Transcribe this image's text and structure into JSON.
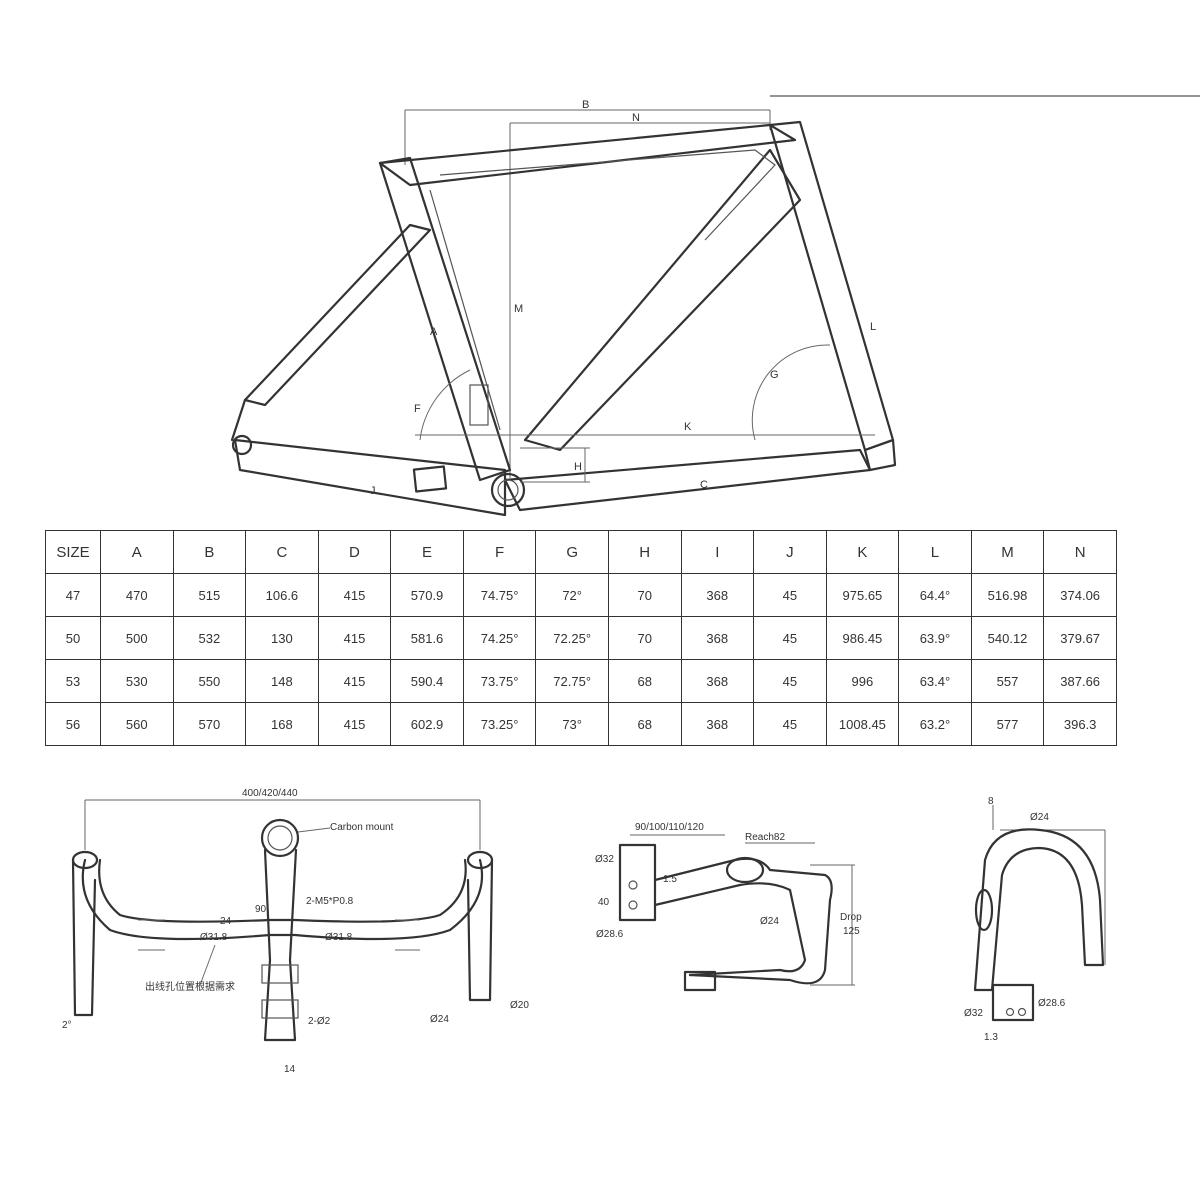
{
  "frame_labels": {
    "B": "B",
    "N": "N",
    "M": "M",
    "A": "A",
    "F": "F",
    "G": "G",
    "L": "L",
    "K": "K",
    "H": "H",
    "C": "C",
    "J": "J"
  },
  "table": {
    "headers": [
      "SIZE",
      "A",
      "B",
      "C",
      "D",
      "E",
      "F",
      "G",
      "H",
      "I",
      "J",
      "K",
      "L",
      "M",
      "N"
    ],
    "rows": [
      [
        "47",
        "470",
        "515",
        "106.6",
        "415",
        "570.9",
        "74.75°",
        "72°",
        "70",
        "368",
        "45",
        "975.65",
        "64.4°",
        "516.98",
        "374.06"
      ],
      [
        "50",
        "500",
        "532",
        "130",
        "415",
        "581.6",
        "74.25°",
        "72.25°",
        "70",
        "368",
        "45",
        "986.45",
        "63.9°",
        "540.12",
        "379.67"
      ],
      [
        "53",
        "530",
        "550",
        "148",
        "415",
        "590.4",
        "73.75°",
        "72.75°",
        "68",
        "368",
        "45",
        "996",
        "63.4°",
        "557",
        "387.66"
      ],
      [
        "56",
        "560",
        "570",
        "168",
        "415",
        "602.9",
        "73.25°",
        "73°",
        "68",
        "368",
        "45",
        "1008.45",
        "63.2°",
        "577",
        "396.3"
      ]
    ]
  },
  "handlebar_front": {
    "width_label": "400/420/440",
    "carbon_mount": "Carbon mount",
    "bolt_label": "2-M5*P0.8",
    "len_90": "90",
    "dim_24": "24",
    "dia_left": "Ø31.8",
    "dia_right": "Ø31.8",
    "chinese_note": "出线孔位置根据需求",
    "bolt2": "2-Ø2",
    "bar_24": "Ø24",
    "bar_20": "Ø20",
    "deg": "2°",
    "bottom": "14"
  },
  "handlebar_side": {
    "stem_lengths": "90/100/110/120",
    "reach": "Reach82",
    "d32": "Ø32",
    "d40": "40",
    "d15": "1.5",
    "d286": "Ø28.6",
    "d24": "Ø24",
    "drop": "Drop",
    "drop_val": "125"
  },
  "handlebar_profile": {
    "d24": "Ø24",
    "d8": "8",
    "d286": "Ø28.6",
    "d32": "Ø32",
    "d13": "1.3"
  }
}
